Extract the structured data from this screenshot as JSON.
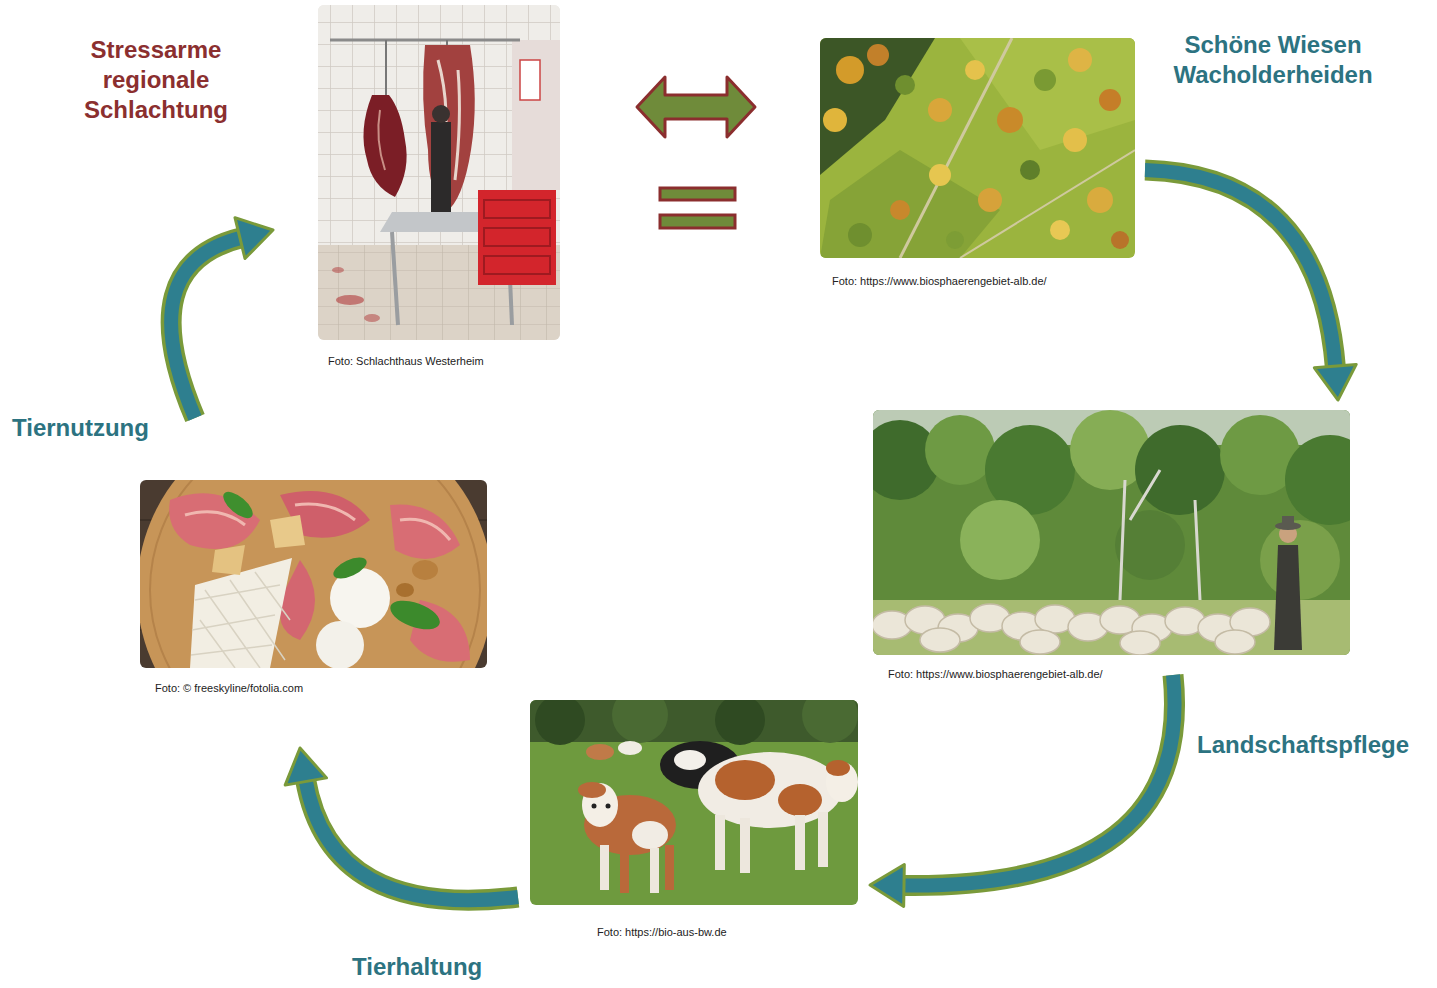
{
  "diagram": {
    "nodes": [
      {
        "text": [
          "Stressarme regionale Schlachtung",
          "Foto: Schlachthaus Westerheim"
        ]
      },
      {
        "text": [
          "Schöne Wiesen Wacholderheiden",
          "Foto: https://www.biosphaerengebiet-alb.de/"
        ]
      },
      {
        "text": [
          "Foto: https://www.biosphaerengebiet-alb.de/"
        ]
      },
      {
        "text": [
          "Foto: https://bio-aus-bw.de"
        ]
      },
      {
        "text": [
          "Foto: © freeskyline/fotolia.com"
        ]
      }
    ],
    "edges": [
      {
        "from": 0,
        "to": 1,
        "arrow": "both"
      },
      {
        "from": 1,
        "to": 2,
        "arrow": "to"
      },
      {
        "from": 2,
        "to": 3,
        "arrow": "to",
        "label": "Landschaftspflege"
      },
      {
        "from": 3,
        "to": 4,
        "arrow": "to",
        "label": "Tierhaltung"
      },
      {
        "from": 4,
        "to": 0,
        "arrow": "to",
        "label": "Tiernutzung"
      }
    ]
  }
}
